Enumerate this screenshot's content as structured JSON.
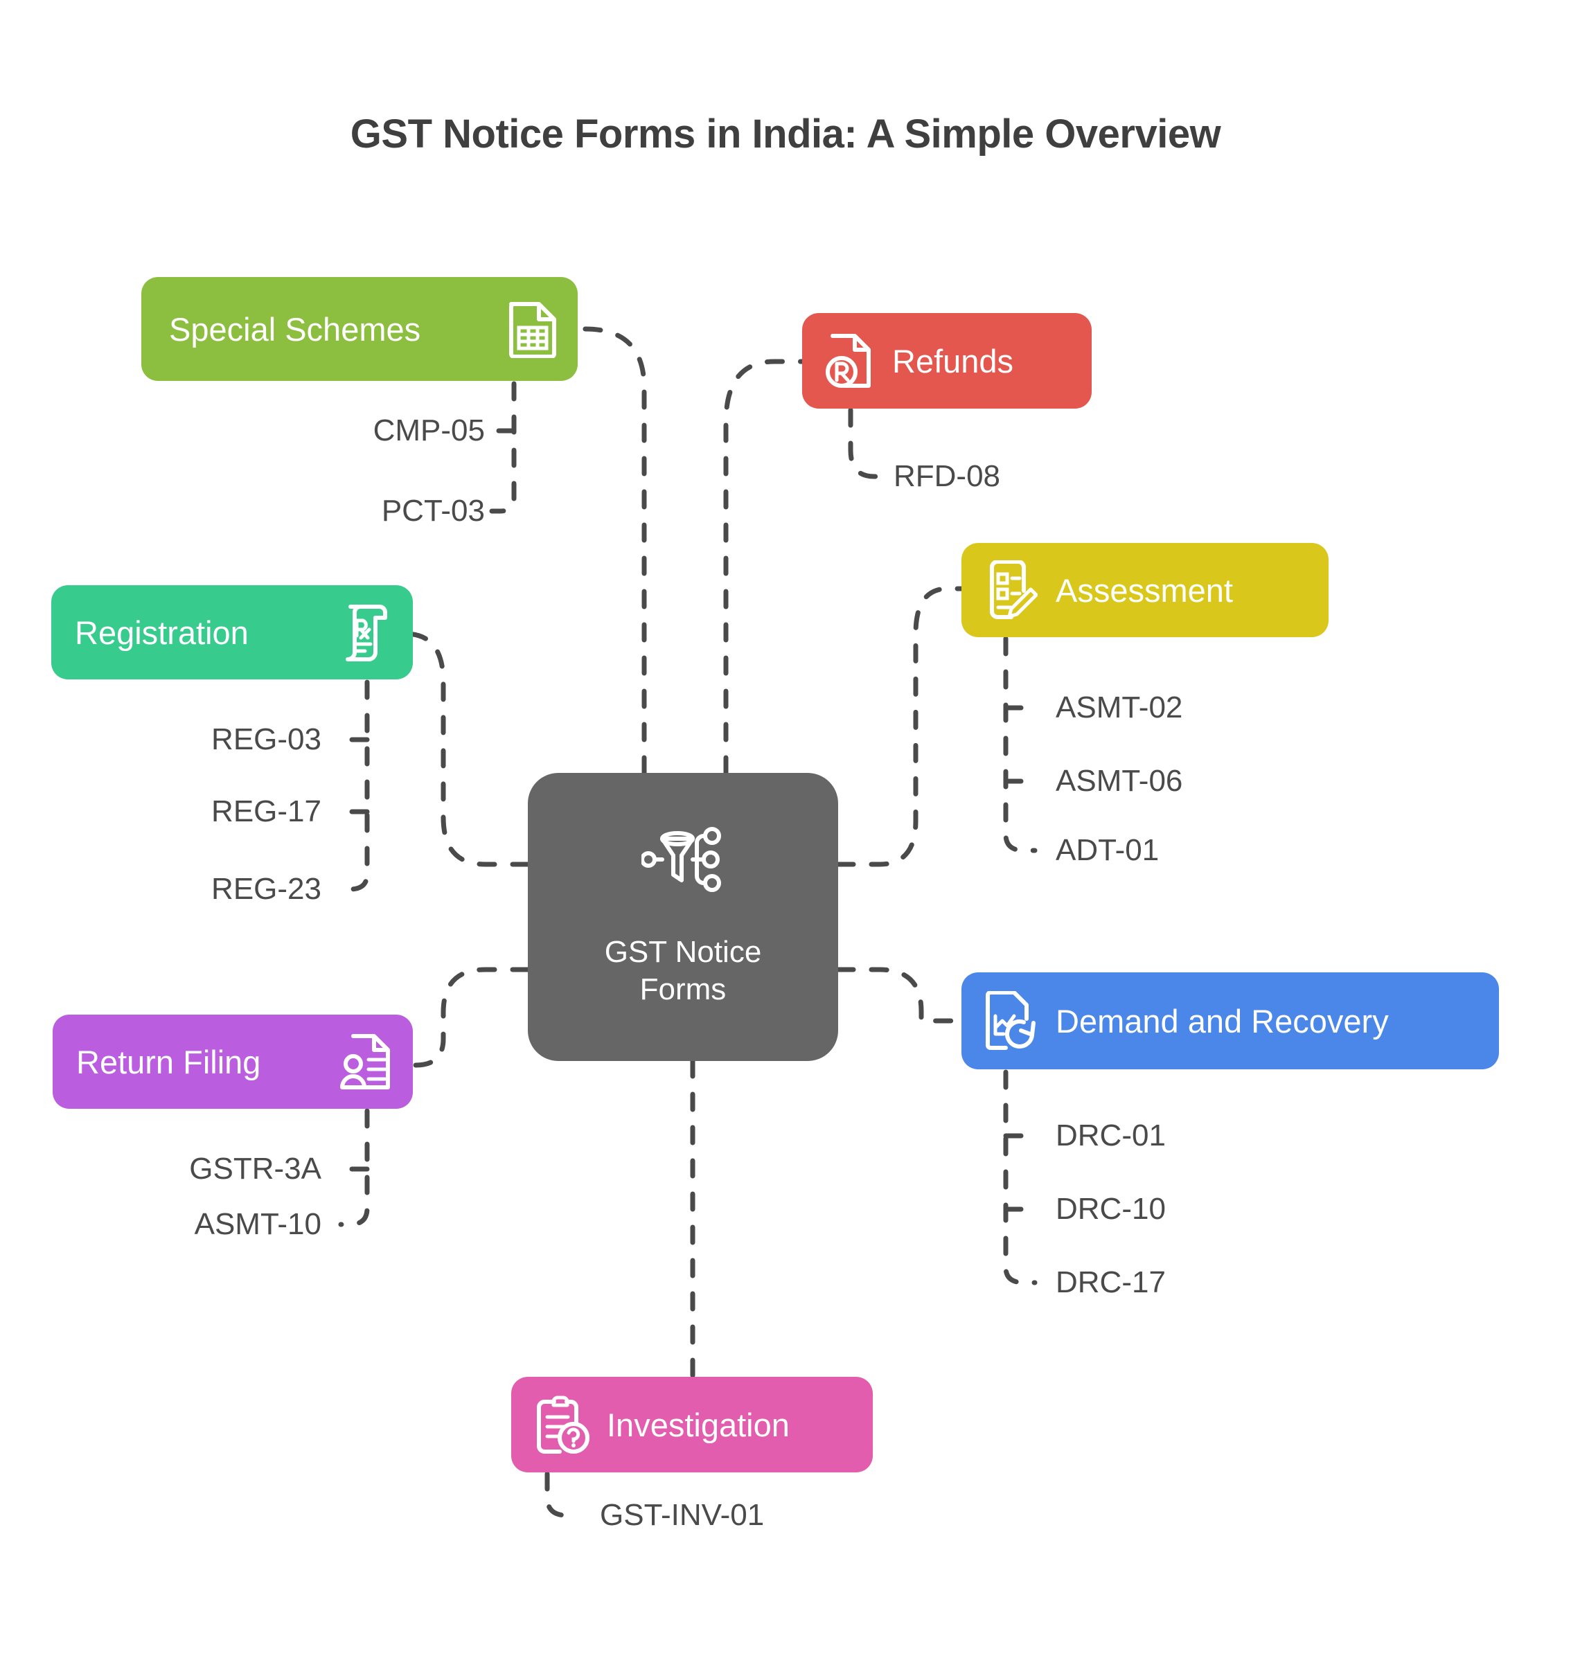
{
  "page": {
    "title": "GST Notice Forms in India: A Simple Overview",
    "background_color": "#ffffff",
    "text_color": "#4a4a4a",
    "connector_color": "#4a4a4a",
    "connector_style": "dashed"
  },
  "center": {
    "label": "GST Notice\nForms",
    "color": "#666666",
    "icon": "filter-nodes-icon"
  },
  "branches": [
    {
      "id": "special-schemes",
      "label": "Special Schemes",
      "color": "#8cbf3f",
      "icon": "spreadsheet-document-icon",
      "icon_position": "right",
      "leaves": [
        "CMP-05",
        "PCT-03"
      ]
    },
    {
      "id": "refunds",
      "label": "Refunds",
      "color": "#e4574e",
      "icon": "registered-document-icon",
      "icon_position": "left",
      "leaves": [
        "RFD-08"
      ]
    },
    {
      "id": "assessment",
      "label": "Assessment",
      "color": "#d9c81b",
      "icon": "checklist-pencil-icon",
      "icon_position": "left",
      "leaves": [
        "ASMT-02",
        "ASMT-06",
        "ADT-01"
      ]
    },
    {
      "id": "registration",
      "label": "Registration",
      "color": "#38cb8e",
      "icon": "prescription-scroll-icon",
      "icon_position": "right",
      "leaves": [
        "REG-03",
        "REG-17",
        "REG-23"
      ]
    },
    {
      "id": "return-filing",
      "label": "Return Filing",
      "color": "#bb5ddf",
      "icon": "person-document-icon",
      "icon_position": "right",
      "leaves": [
        "GSTR-3A",
        "ASMT-10"
      ]
    },
    {
      "id": "demand-recovery",
      "label": "Demand and Recovery",
      "color": "#4a87e8",
      "icon": "chart-refresh-document-icon",
      "icon_position": "left",
      "leaves": [
        "DRC-01",
        "DRC-10",
        "DRC-17"
      ]
    },
    {
      "id": "investigation",
      "label": "Investigation",
      "color": "#e25dae",
      "icon": "clipboard-question-icon",
      "icon_position": "left",
      "leaves": [
        "GST-INV-01"
      ]
    }
  ]
}
